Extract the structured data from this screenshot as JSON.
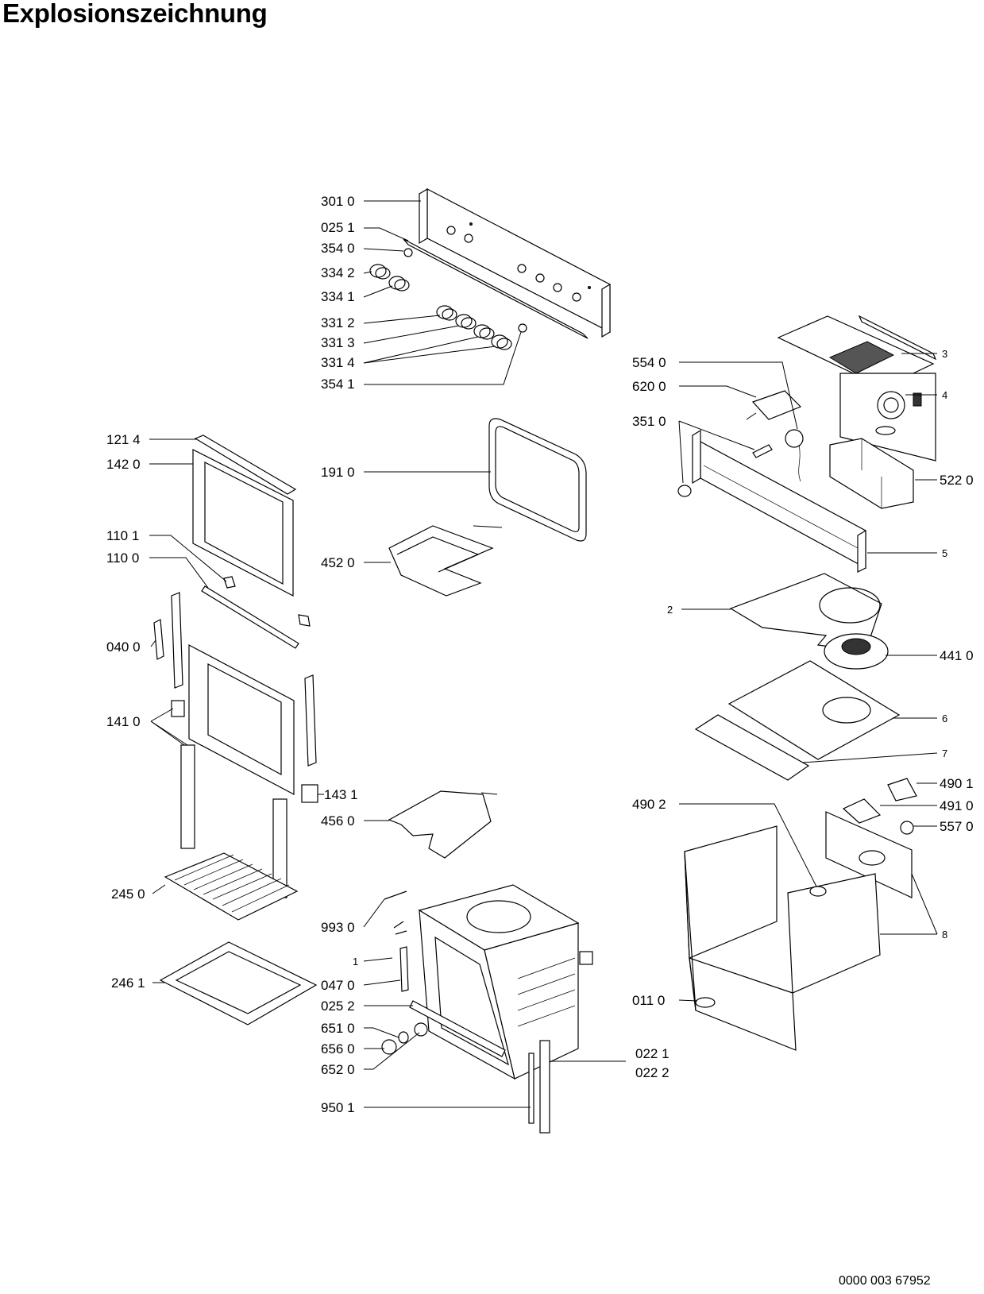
{
  "header": {
    "title": "Explosionszeichnung"
  },
  "footer": {
    "doc_number": "0000 003 67952"
  },
  "labels": {
    "l3010": "301 0",
    "l0251": "025 1",
    "l3540": "354 0",
    "l3342": "334 2",
    "l3341": "334 1",
    "l3312": "331 2",
    "l3313": "331 3",
    "l3314": "331 4",
    "l3541": "354 1",
    "l5540": "554 0",
    "l6200": "620 0",
    "l3510": "351 0",
    "l5220": "522 0",
    "l3": "3",
    "l4": "4",
    "l5": "5",
    "l1214": "121 4",
    "l1420": "142 0",
    "l1910": "191 0",
    "l1101": "110 1",
    "l1100": "110 0",
    "l4520": "452 0",
    "l0400": "040 0",
    "l1410": "141 0",
    "l1431": "143 1",
    "l4560": "456 0",
    "l2": "2",
    "l4410": "441 0",
    "l6": "6",
    "l7": "7",
    "l4901": "490 1",
    "l4902": "490 2",
    "l4910": "491 0",
    "l5570": "557 0",
    "l8": "8",
    "l2450": "245 0",
    "l2461": "246 1",
    "l9930": "993 0",
    "l1": "1",
    "l0470": "047 0",
    "l0252": "025 2",
    "l6510": "651 0",
    "l6560": "656 0",
    "l6520": "652 0",
    "l9501": "950 1",
    "l0110": "011 0",
    "l0221": "022 1",
    "l0222": "022 2"
  }
}
